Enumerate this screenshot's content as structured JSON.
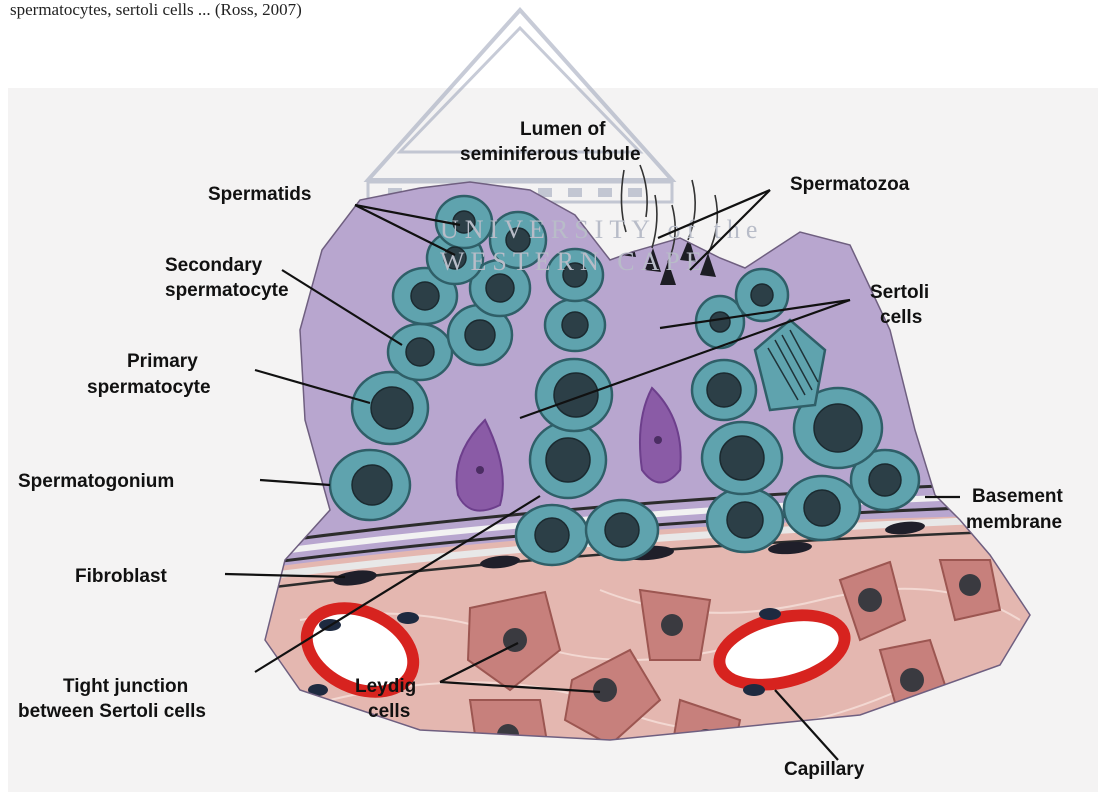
{
  "header": {
    "text": "spermatocytes, sertoli cells ... (Ross, 2007)"
  },
  "watermark": {
    "line1": "UNIVERSITY of the",
    "line2": "WESTERN CAPE"
  },
  "labels": {
    "lumen": [
      "Lumen of",
      "seminiferous tubule"
    ],
    "spermatids": "Spermatids",
    "spermatozoa": "Spermatozoa",
    "secondary_spermatocyte": [
      "Secondary",
      "spermatocyte"
    ],
    "sertoli_cells": [
      "Sertoli",
      "cells"
    ],
    "primary_spermatocyte": [
      "Primary",
      "spermatocyte"
    ],
    "spermatogonium": "Spermatogonium",
    "basement_membrane": [
      "Basement",
      "membrane"
    ],
    "fibroblast": "Fibroblast",
    "tight_junction": [
      "Tight junction",
      "between Sertoli cells"
    ],
    "leydig_cells": [
      "Leydig",
      "cells"
    ],
    "capillary": "Capillary"
  },
  "colors": {
    "epithelium": "#b8a6cf",
    "germ_cell": "#5fa3ae",
    "germ_nucleus": "#2c3f47",
    "sertoli_nucleus": "#8a5ba6",
    "interstitium": "#e4b7b0",
    "leydig": "#c7807c",
    "capillary_wall": "#d7231f",
    "membrane": "#3a3a3a"
  }
}
